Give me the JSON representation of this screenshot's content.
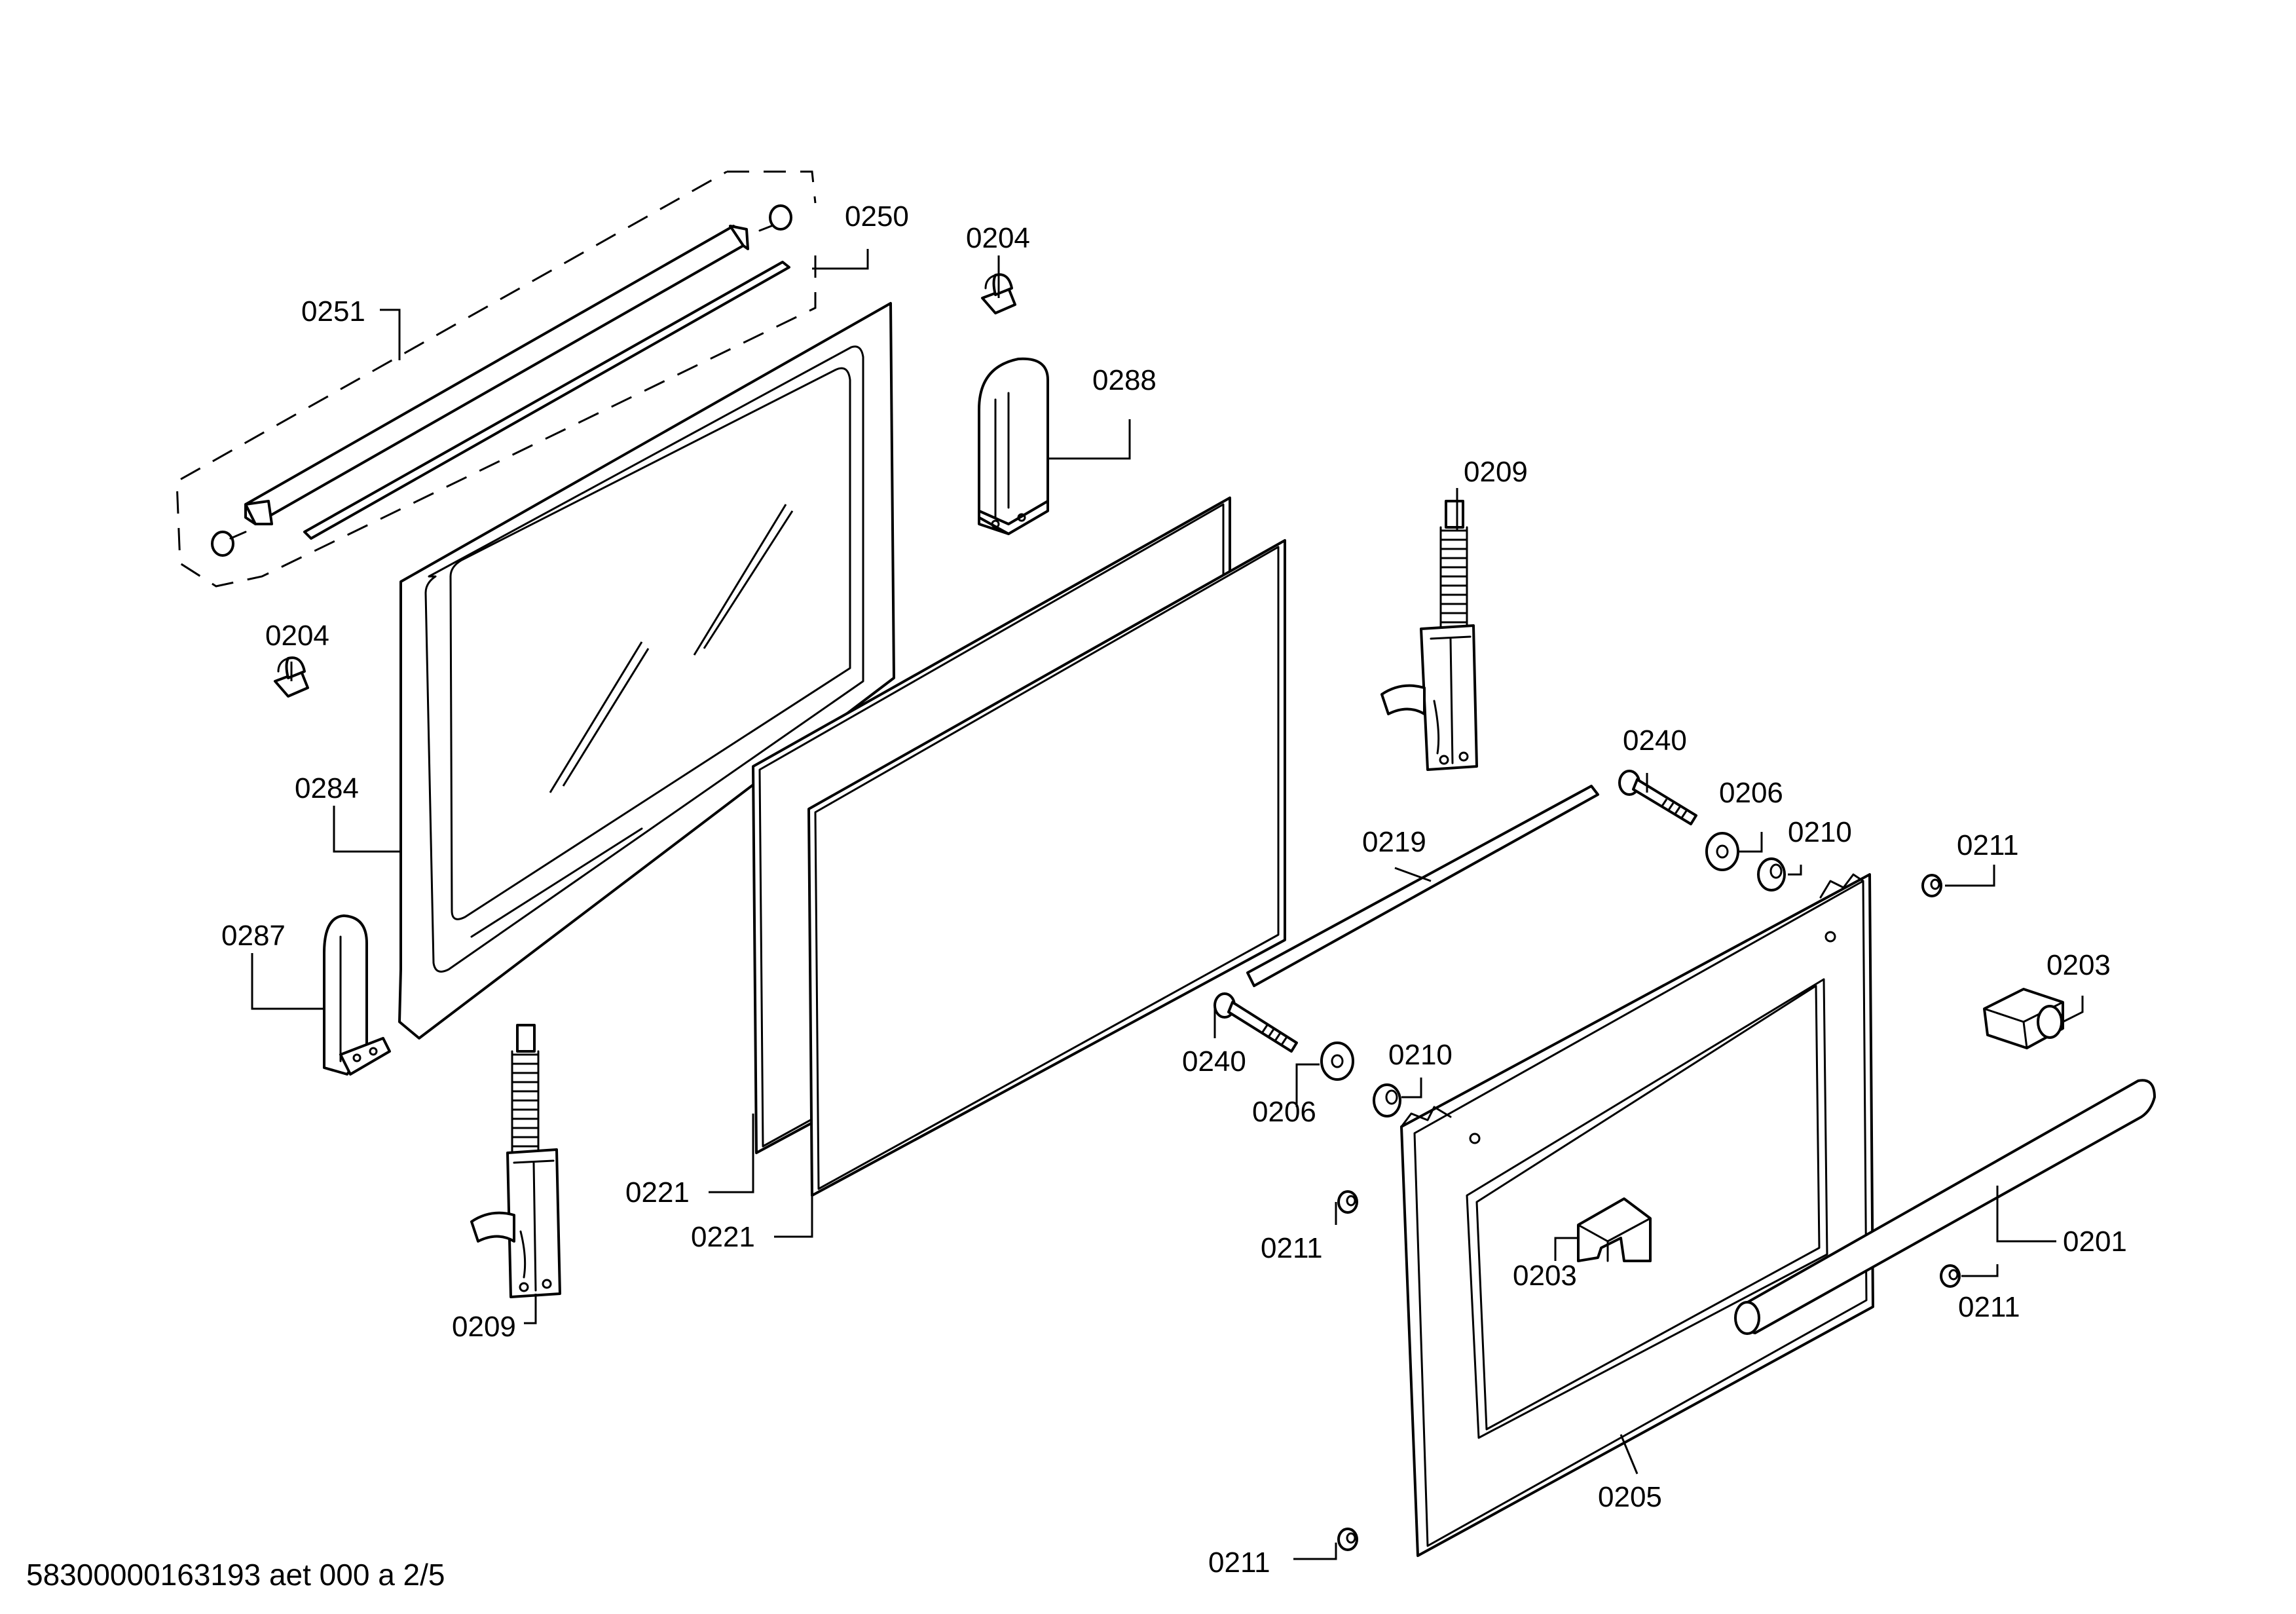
{
  "labels": {
    "p0250": "0250",
    "p0204_top": "0204",
    "p0251": "0251",
    "p0288": "0288",
    "p0209_top": "0209",
    "p0204_left": "0204",
    "p0240_top": "0240",
    "p0206_top": "0206",
    "p0210_top": "0210",
    "p0284": "0284",
    "p0219": "0219",
    "p0211_top": "0211",
    "p0287": "0287",
    "p0203_right": "0203",
    "p0240_mid": "0240",
    "p0210_mid": "0210",
    "p0206_mid": "0206",
    "p0221_a": "0221",
    "p0221_b": "0221",
    "p0211_mid": "0211",
    "p0201": "0201",
    "p0203_mid": "0203",
    "p0211_right": "0211",
    "p0209_bottom": "0209",
    "p0205": "0205",
    "p0211_bottom": "0211"
  },
  "footer": {
    "doc_id": "58300000163193 aet 000 a 2/5"
  }
}
